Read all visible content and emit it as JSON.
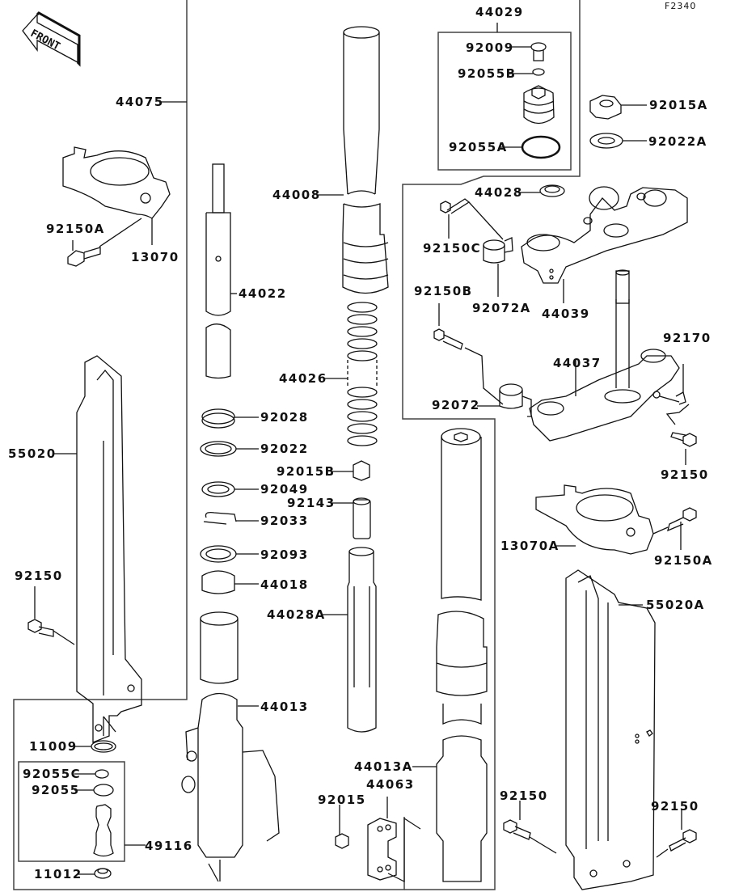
{
  "diagram": {
    "figure_code": "F2340",
    "direction_label": "FRONT",
    "parts": [
      {
        "id": "p44075",
        "label": "44075"
      },
      {
        "id": "p92150A_1",
        "label": "92150A"
      },
      {
        "id": "p13070",
        "label": "13070"
      },
      {
        "id": "p44008",
        "label": "44008"
      },
      {
        "id": "p44022",
        "label": "44022"
      },
      {
        "id": "p44026",
        "label": "44026"
      },
      {
        "id": "p92028",
        "label": "92028"
      },
      {
        "id": "p92022",
        "label": "92022"
      },
      {
        "id": "p92015B",
        "label": "92015B"
      },
      {
        "id": "p92049",
        "label": "92049"
      },
      {
        "id": "p92143",
        "label": "92143"
      },
      {
        "id": "p92033",
        "label": "92033"
      },
      {
        "id": "p92093",
        "label": "92093"
      },
      {
        "id": "p44018",
        "label": "44018"
      },
      {
        "id": "p44028A",
        "label": "44028A"
      },
      {
        "id": "p44013",
        "label": "44013"
      },
      {
        "id": "p55020",
        "label": "55020"
      },
      {
        "id": "p92150_left",
        "label": "92150"
      },
      {
        "id": "p11009",
        "label": "11009"
      },
      {
        "id": "p92055C",
        "label": "92055C"
      },
      {
        "id": "p92055",
        "label": "92055"
      },
      {
        "id": "p49116",
        "label": "49116"
      },
      {
        "id": "p11012",
        "label": "11012"
      },
      {
        "id": "p44013A",
        "label": "44013A"
      },
      {
        "id": "p44063",
        "label": "44063"
      },
      {
        "id": "p92015",
        "label": "92015"
      },
      {
        "id": "p44029",
        "label": "44029"
      },
      {
        "id": "p92009",
        "label": "92009"
      },
      {
        "id": "p92055B",
        "label": "92055B"
      },
      {
        "id": "p92055A",
        "label": "92055A"
      },
      {
        "id": "p44028",
        "label": "44028"
      },
      {
        "id": "p92015A",
        "label": "92015A"
      },
      {
        "id": "p92022A",
        "label": "92022A"
      },
      {
        "id": "p92150C",
        "label": "92150C"
      },
      {
        "id": "p92072A",
        "label": "92072A"
      },
      {
        "id": "p44039",
        "label": "44039"
      },
      {
        "id": "p92150B",
        "label": "92150B"
      },
      {
        "id": "p44037",
        "label": "44037"
      },
      {
        "id": "p92170",
        "label": "92170"
      },
      {
        "id": "p92072",
        "label": "92072"
      },
      {
        "id": "p92150_right",
        "label": "92150"
      },
      {
        "id": "p13070A",
        "label": "13070A"
      },
      {
        "id": "p92150A_2",
        "label": "92150A"
      },
      {
        "id": "p55020A",
        "label": "55020A"
      },
      {
        "id": "p92150_br1",
        "label": "92150"
      },
      {
        "id": "p92150_br2",
        "label": "92150"
      }
    ]
  }
}
